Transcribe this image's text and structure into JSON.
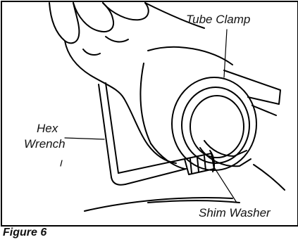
{
  "labels": {
    "tube_clamp": "Tube Clamp",
    "hex_wrench_line1": "Hex",
    "hex_wrench_line2": "Wrench",
    "shim_washer": "Shim Washer"
  },
  "caption": "Figure 6"
}
